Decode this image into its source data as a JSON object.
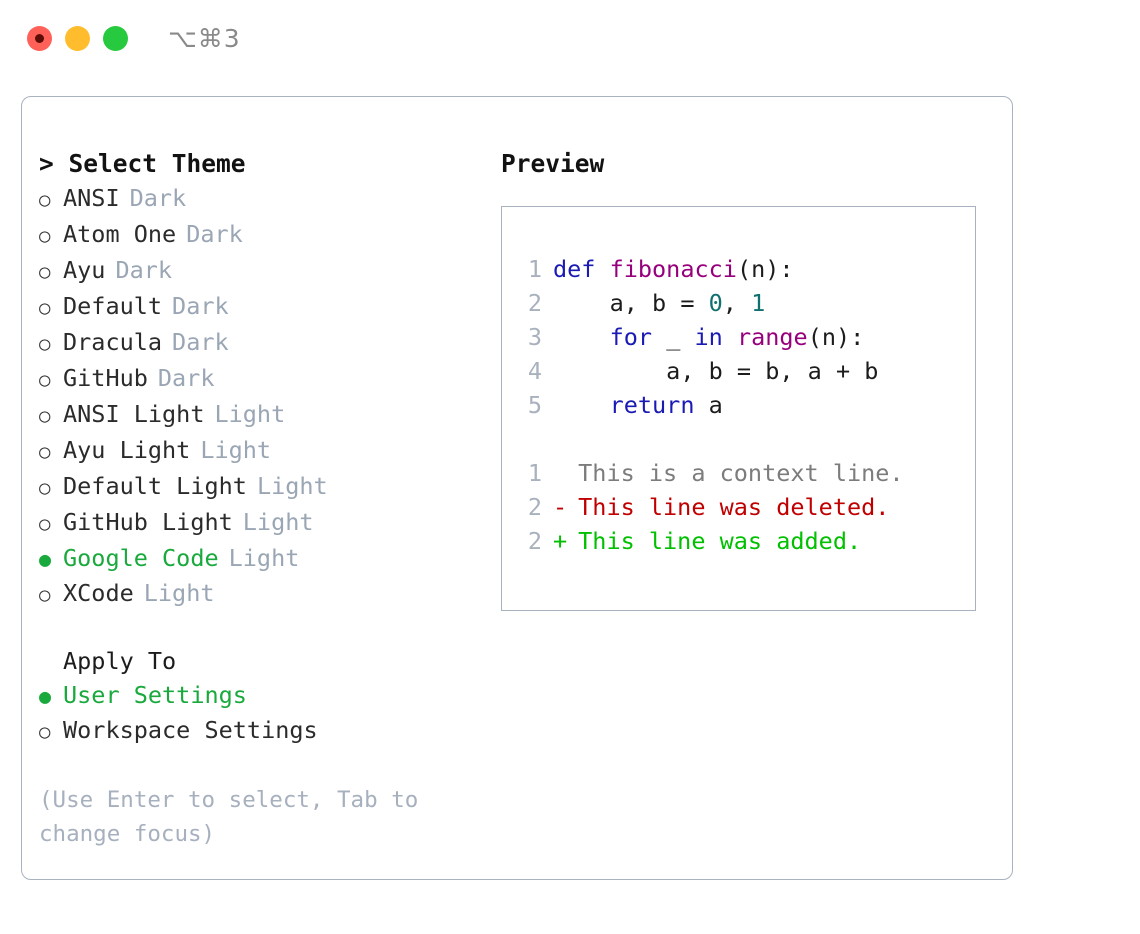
{
  "titlebar": {
    "shortcut": "⌥⌘3",
    "lights": [
      {
        "name": "close",
        "color": "#ff6058"
      },
      {
        "name": "minimize",
        "color": "#ffbd2e"
      },
      {
        "name": "maximize",
        "color": "#27c93f"
      }
    ]
  },
  "left": {
    "header": "> Select Theme",
    "themes": [
      {
        "bullet": "○",
        "name": "ANSI",
        "tag": "Dark",
        "selected": false
      },
      {
        "bullet": "○",
        "name": "Atom One",
        "tag": "Dark",
        "selected": false
      },
      {
        "bullet": "○",
        "name": "Ayu",
        "tag": "Dark",
        "selected": false
      },
      {
        "bullet": "○",
        "name": "Default",
        "tag": "Dark",
        "selected": false
      },
      {
        "bullet": "○",
        "name": "Dracula",
        "tag": "Dark",
        "selected": false
      },
      {
        "bullet": "○",
        "name": "GitHub",
        "tag": "Dark",
        "selected": false
      },
      {
        "bullet": "○",
        "name": "ANSI Light",
        "tag": "Light",
        "selected": false
      },
      {
        "bullet": "○",
        "name": "Ayu Light",
        "tag": "Light",
        "selected": false
      },
      {
        "bullet": "○",
        "name": "Default Light",
        "tag": "Light",
        "selected": false
      },
      {
        "bullet": "○",
        "name": "GitHub Light",
        "tag": "Light",
        "selected": false
      },
      {
        "bullet": "●",
        "name": "Google Code",
        "tag": "Light",
        "selected": true
      },
      {
        "bullet": "○",
        "name": "XCode",
        "tag": "Light",
        "selected": false
      }
    ],
    "apply_to": {
      "title": "Apply To",
      "options": [
        {
          "bullet": "●",
          "name": "User Settings",
          "selected": true
        },
        {
          "bullet": "○",
          "name": "Workspace Settings",
          "selected": false
        }
      ]
    },
    "hint": "(Use Enter to select, Tab to change focus)"
  },
  "right": {
    "title": "Preview",
    "code_lines": [
      {
        "num": "1",
        "tokens": [
          {
            "t": "def ",
            "c": "kw"
          },
          {
            "t": "fibonacci",
            "c": "fn"
          },
          {
            "t": "(n):",
            "c": "pun"
          }
        ]
      },
      {
        "num": "2",
        "tokens": [
          {
            "t": "    a, b = ",
            "c": "txt"
          },
          {
            "t": "0",
            "c": "num"
          },
          {
            "t": ", ",
            "c": "txt"
          },
          {
            "t": "1",
            "c": "num"
          }
        ]
      },
      {
        "num": "3",
        "tokens": [
          {
            "t": "    ",
            "c": "txt"
          },
          {
            "t": "for",
            "c": "kw"
          },
          {
            "t": " _ ",
            "c": "txt"
          },
          {
            "t": "in",
            "c": "kw"
          },
          {
            "t": " ",
            "c": "txt"
          },
          {
            "t": "range",
            "c": "fn"
          },
          {
            "t": "(n):",
            "c": "pun"
          }
        ]
      },
      {
        "num": "4",
        "tokens": [
          {
            "t": "        a, b = b, a + b",
            "c": "txt"
          }
        ]
      },
      {
        "num": "5",
        "tokens": [
          {
            "t": "    ",
            "c": "txt"
          },
          {
            "t": "return",
            "c": "kw"
          },
          {
            "t": " a",
            "c": "txt"
          }
        ]
      }
    ],
    "diff_lines": [
      {
        "num": "1",
        "sign": " ",
        "text": "This is a context line.",
        "kind": "diff-ctx"
      },
      {
        "num": "2",
        "sign": "-",
        "text": "This line was deleted.",
        "kind": "diff-del"
      },
      {
        "num": "2",
        "sign": "+",
        "text": "This line was added.",
        "kind": "diff-add"
      }
    ]
  },
  "colors": {
    "accent_green": "#19a93c",
    "tag_gray": "#9aa6b4",
    "hint_gray": "#a7b0be",
    "border": "#a9b2bf",
    "keyword": "#1a1ab4",
    "function": "#97007c",
    "number": "#107070",
    "diff_delete": "#c00000",
    "diff_add": "#00c000"
  }
}
